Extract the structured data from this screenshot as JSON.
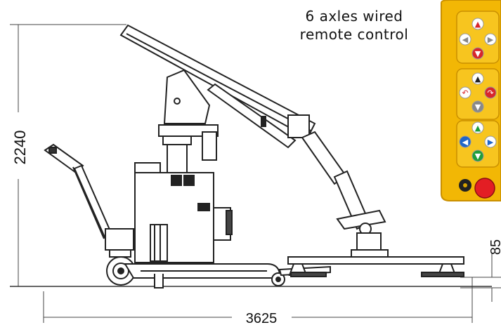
{
  "caption": {
    "line1": "6 axles wired",
    "line2": "remote control"
  },
  "dimensions": {
    "height_label": "2240",
    "width_label": "3625",
    "clearance_label": "85"
  },
  "colors": {
    "remote_body": "#f2b705",
    "remote_edge": "#c98f00",
    "arrow_red": "#d8262b",
    "arrow_green": "#1f9e3a",
    "arrow_blue": "#1f66c9",
    "stop_red": "#e31e24",
    "line": "#222222"
  }
}
